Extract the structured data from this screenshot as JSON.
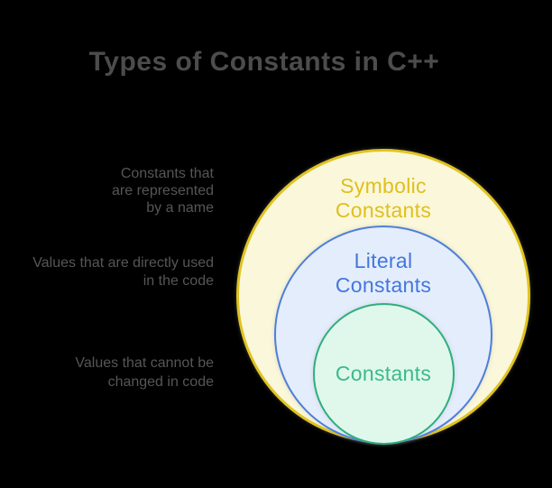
{
  "colors": {
    "background": "#000000",
    "title_text": "#4c4c4c",
    "annotation_text": "#565656"
  },
  "title": {
    "text": "Types of Constants in C++"
  },
  "annotations": [
    {
      "target": "symbolic-constants",
      "lines": [
        "Constants that",
        "are represented",
        "by a name"
      ]
    },
    {
      "target": "literal-constants",
      "lines": [
        "Values that are directly used",
        "in the code"
      ]
    },
    {
      "target": "constants",
      "lines": [
        "Values that cannot be",
        "changed in code"
      ]
    }
  ],
  "venn": {
    "nesting_order_outer_to_inner": [
      "symbolic-constants",
      "literal-constants",
      "constants"
    ],
    "circles": [
      {
        "name": "symbolic-constants",
        "label_lines": [
          "Symbolic",
          "Constants"
        ],
        "fill": "#FBF7DA",
        "stroke": "#E0C321",
        "text_color": "#E0BF1D"
      },
      {
        "name": "literal-constants",
        "label_lines": [
          "Literal",
          "Constants"
        ],
        "fill": "#E4EDFC",
        "stroke": "#4E7FD8",
        "text_color": "#4377DC"
      },
      {
        "name": "constants",
        "label_lines": [
          "Constants"
        ],
        "fill": "#E0F8EC",
        "stroke": "#2FAE7E",
        "text_color": "#3BBA89"
      }
    ]
  }
}
